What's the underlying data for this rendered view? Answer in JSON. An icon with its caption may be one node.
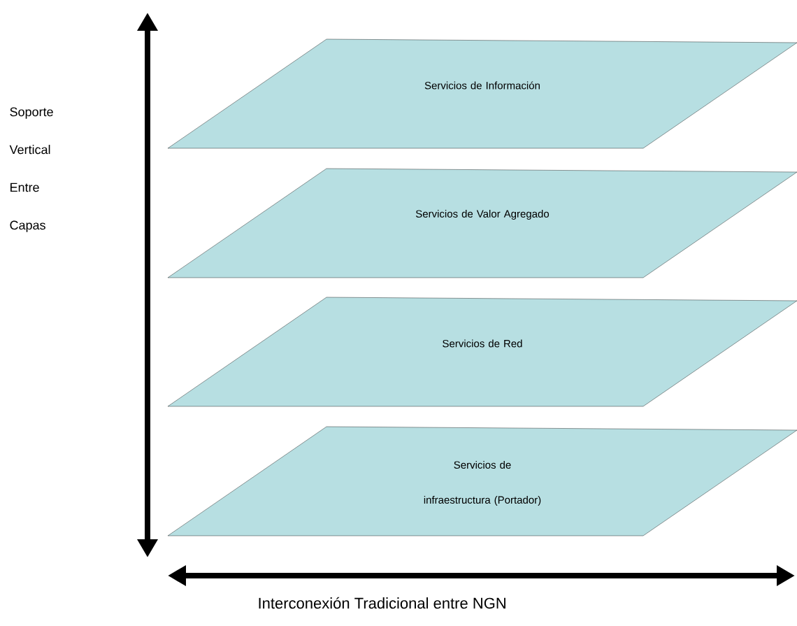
{
  "diagram": {
    "nodes": [
      {
        "text": [
          "Servicios de Información"
        ]
      },
      {
        "text": [
          "Servicios de Valor Agregado"
        ]
      },
      {
        "text": [
          "Servicios de Red"
        ]
      },
      {
        "text": [
          "Servicios de infraestructura (Portador)"
        ]
      }
    ],
    "labels": [
      "Soporte Vertical Entre Capas",
      "Interconexión Tradicional entre NGN"
    ]
  }
}
